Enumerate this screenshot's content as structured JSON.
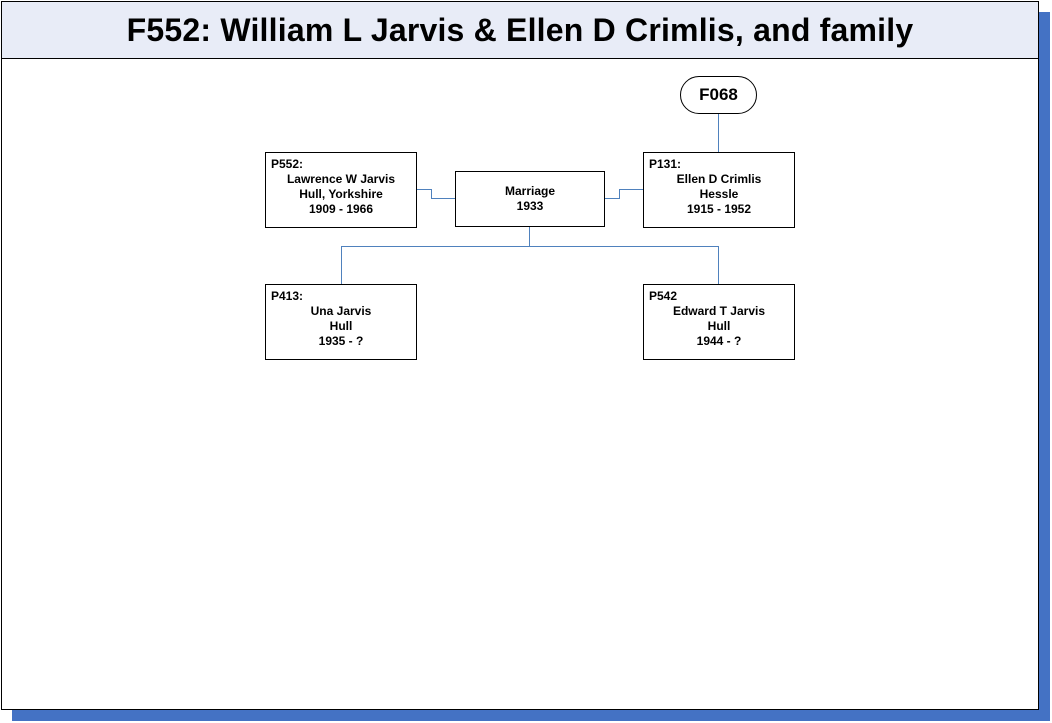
{
  "title": "F552: William L Jarvis & Ellen D Crimlis, and family",
  "parent_family": {
    "label": "F068"
  },
  "marriage": {
    "label": "Marriage",
    "year": "1933"
  },
  "husband": {
    "code": "P552:",
    "name": "Lawrence W Jarvis",
    "place": "Hull, Yorkshire",
    "dates": "1909 - 1966"
  },
  "wife": {
    "code": "P131:",
    "name": "Ellen D Crimlis",
    "place": "Hessle",
    "dates": "1915 - 1952"
  },
  "children": [
    {
      "code": "P413:",
      "name": "Una Jarvis",
      "place": "Hull",
      "dates": "1935 - ?"
    },
    {
      "code": "P542",
      "name": "Edward T Jarvis",
      "place": "Hull",
      "dates": "1944 - ?"
    }
  ],
  "colors": {
    "header_bg": "#e8ecf7",
    "shadow": "#4472c4",
    "connector": "#4f81bd"
  }
}
